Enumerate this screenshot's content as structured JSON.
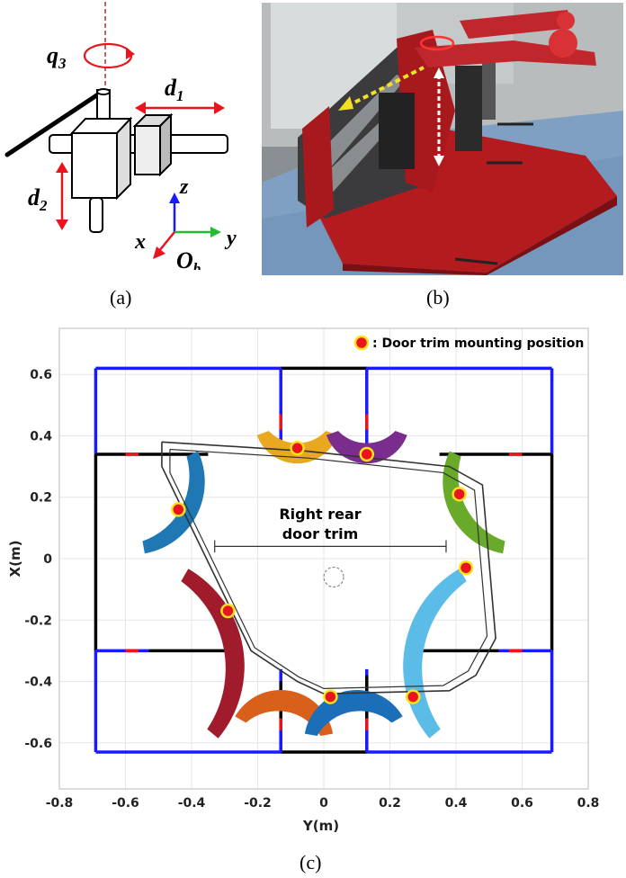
{
  "panels": {
    "a": {
      "label": "(a)",
      "q": "q",
      "q_sub": "3",
      "d1": "d",
      "d1_sub": "1",
      "d2": "d",
      "d2_sub": "2",
      "axis_x": "x",
      "axis_y": "y",
      "axis_z": "z",
      "origin": "O",
      "origin_sub": "b"
    },
    "b": {
      "label": "(b)"
    },
    "c": {
      "label": "(c)"
    }
  },
  "plot": {
    "legend_text": ": Door trim mounting position",
    "door_label_line1": "Right rear",
    "door_label_line2": "door trim",
    "xlabel": "Y(m)",
    "ylabel": "X(m)",
    "x_ticks": [
      "-0.8",
      "-0.6",
      "-0.4",
      "-0.2",
      "0",
      "0.2",
      "0.4",
      "0.6",
      "0.8"
    ],
    "y_ticks": [
      "0.6",
      "0.4",
      "0.2",
      "0",
      "-0.2",
      "-0.4",
      "-0.6"
    ]
  },
  "colors": {
    "frame_blue": "#1a1aff",
    "frame_black": "#000000",
    "marker_red": "#e8141e",
    "marker_ring": "#ffe21a",
    "arc_blue": "#1f77b4",
    "arc_yellow": "#e8a920",
    "arc_purple": "#7b2d8e",
    "arc_green": "#6aaa2a",
    "arc_crimson": "#a01c2c",
    "arc_orange": "#d9601a",
    "arc_mid_blue": "#1a6fb8",
    "arc_sky": "#5bbce8"
  },
  "chart_data": {
    "type": "scatter",
    "xlabel": "Y(m)",
    "ylabel": "X(m)",
    "xlim": [
      -0.8,
      0.8
    ],
    "ylim": [
      -0.75,
      0.75
    ],
    "grid": true,
    "legend_position": "top-right",
    "series": [
      {
        "name": "Door trim mounting position",
        "points": [
          {
            "y": -0.08,
            "x": 0.36
          },
          {
            "y": 0.13,
            "x": 0.34
          },
          {
            "y": -0.44,
            "x": 0.16
          },
          {
            "y": 0.41,
            "x": 0.21
          },
          {
            "y": 0.43,
            "x": -0.03
          },
          {
            "y": -0.29,
            "x": -0.17
          },
          {
            "y": 0.02,
            "x": -0.45
          },
          {
            "y": 0.27,
            "x": -0.45
          }
        ]
      }
    ]
  }
}
